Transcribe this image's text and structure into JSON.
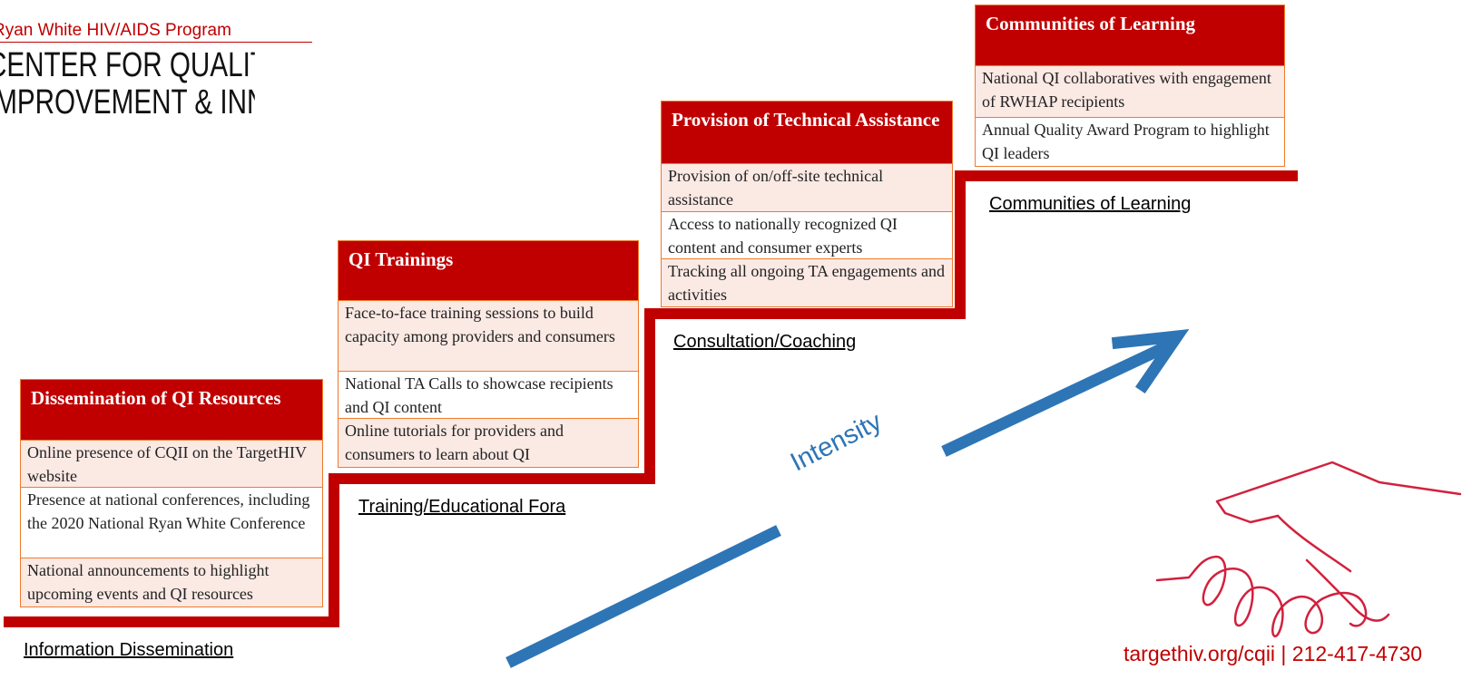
{
  "logo": {
    "program": "Ryan White HIV/AIDS Program",
    "name_line1": "CENTER FOR QUALITY",
    "name_line2": "IMPROVEMENT & INNOVATION"
  },
  "steps": [
    {
      "title": "Dissemination of QI Resources",
      "items": [
        "Online presence of CQII on the TargetHIV website",
        "Presence at national conferences, including the 2020 National Ryan White Conference",
        "National announcements to highlight upcoming events and QI resources"
      ],
      "stage_label": "Information Dissemination"
    },
    {
      "title": "QI Trainings",
      "items": [
        "Face-to-face training sessions to build capacity among providers and consumers",
        "National TA Calls to showcase recipients and QI content",
        "Online tutorials for providers and consumers to learn about QI"
      ],
      "stage_label": "Training/Educational Fora"
    },
    {
      "title": "Provision of Technical Assistance",
      "items": [
        "Provision of on/off-site technical assistance",
        "Access to nationally recognized QI content and consumer experts",
        "Tracking all ongoing TA engagements and activities"
      ],
      "stage_label": "Consultation/Coaching"
    },
    {
      "title": "Communities of Learning",
      "items": [
        "National QI collaboratives with engagement of RWHAP recipients",
        "Annual Quality Award Program to highlight QI leaders"
      ],
      "stage_label": "Communities of Learning"
    }
  ],
  "arrow": {
    "label": "Intensity",
    "color": "#2e75b6"
  },
  "contact": "targethiv.org/cqii | 212-417-4730",
  "colors": {
    "accent": "#c00000",
    "border": "#ee7b2e",
    "row_shade": "#fbe9e4"
  },
  "icons": {
    "handshake": "handshake-icon"
  }
}
